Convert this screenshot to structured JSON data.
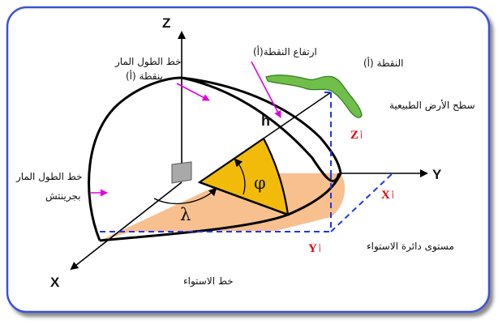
{
  "axes": {
    "x": "X",
    "y": "Y",
    "z": "Z"
  },
  "symbols": {
    "lambda": "λ",
    "phi": "φ",
    "h": "h"
  },
  "coordinate_labels": {
    "x_red": "X",
    "y_red": "Y",
    "z_red": "Z",
    "suffix": "أ"
  },
  "labels": {
    "meridian_point": [
      "خط الطول المار",
      "بنقطة (أ)"
    ],
    "point_height": "ارتفاع النقطة(أ)",
    "point": "النقطة (أ)",
    "natural_surface": "سطح الأرض الطبيعية",
    "greenwich_meridian": [
      "خط الطول المار",
      "بجرينتش"
    ],
    "equator_plane": "مستوى دائرة الاستواء",
    "equator": "خط الاستواء"
  },
  "colors": {
    "frame_border": "#3a52d6",
    "equator_plane_fill": "#f7c08e",
    "angle_fill": "#f2bb0a",
    "terrain_fill": "#6fbf4a",
    "pointer": "#e000e0",
    "dashed": "#1f36e8",
    "red_text": "#e3000f"
  }
}
